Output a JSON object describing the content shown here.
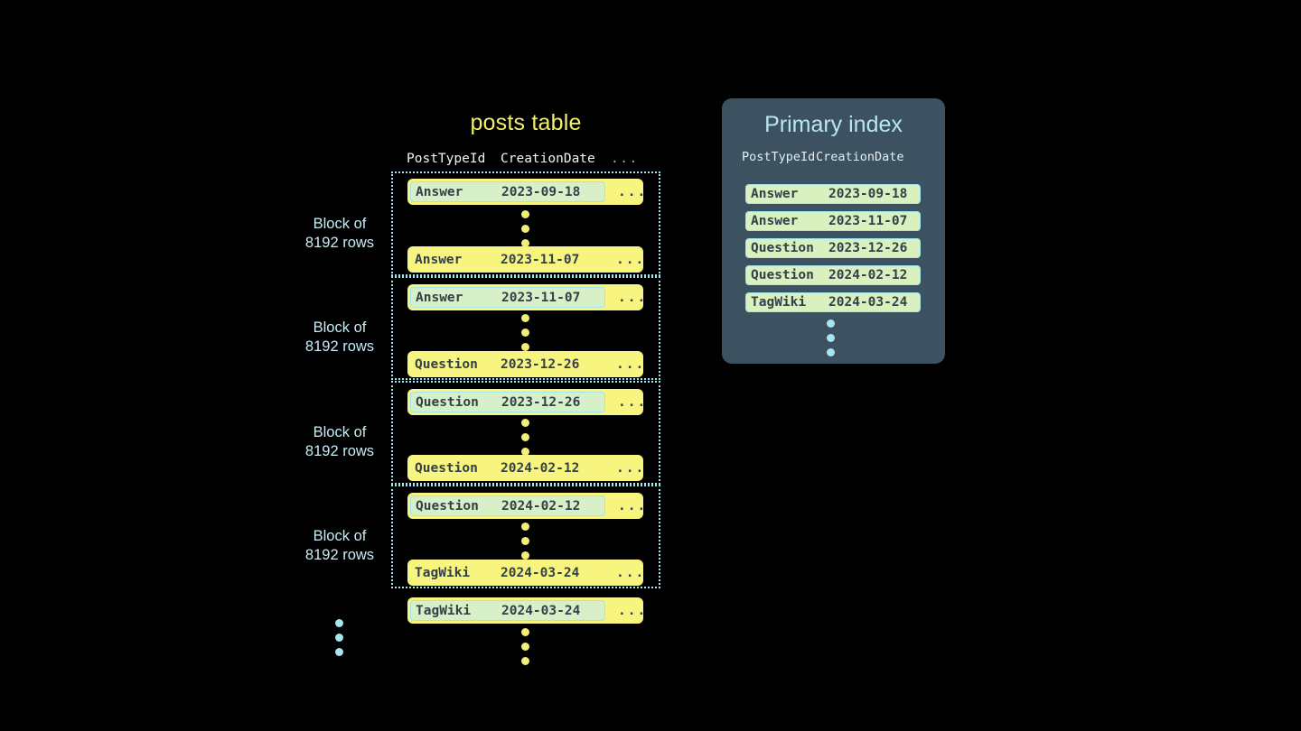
{
  "posts_table": {
    "title": "posts table",
    "columns": {
      "post_type_id": "PostTypeId",
      "creation_date": "CreationDate",
      "more": "..."
    },
    "block_label": "Block of\n8192 rows",
    "block_label_line1": "Block of",
    "block_label_line2": "8192 rows",
    "blocks": [
      {
        "label_line1": "Block of",
        "label_line2": "8192 rows",
        "first_row": {
          "post_type_id": "Answer",
          "creation_date": "2023-09-18",
          "more": "...",
          "highlighted": true
        },
        "last_row": {
          "post_type_id": "Answer",
          "creation_date": "2023-11-07",
          "more": "...",
          "highlighted": false
        }
      },
      {
        "label_line1": "Block of",
        "label_line2": "8192 rows",
        "first_row": {
          "post_type_id": "Answer",
          "creation_date": "2023-11-07",
          "more": "...",
          "highlighted": true
        },
        "last_row": {
          "post_type_id": "Question",
          "creation_date": "2023-12-26",
          "more": "...",
          "highlighted": false
        }
      },
      {
        "label_line1": "Block of",
        "label_line2": "8192 rows",
        "first_row": {
          "post_type_id": "Question",
          "creation_date": "2023-12-26",
          "more": "...",
          "highlighted": true
        },
        "last_row": {
          "post_type_id": "Question",
          "creation_date": "2024-02-12",
          "more": "...",
          "highlighted": false
        }
      },
      {
        "label_line1": "Block of",
        "label_line2": "8192 rows",
        "first_row": {
          "post_type_id": "Question",
          "creation_date": "2024-02-12",
          "more": "...",
          "highlighted": true
        },
        "last_row": {
          "post_type_id": "TagWiki",
          "creation_date": "2024-03-24",
          "more": "...",
          "highlighted": false
        }
      }
    ],
    "trailing_row": {
      "post_type_id": "TagWiki",
      "creation_date": "2024-03-24",
      "more": "...",
      "highlighted": true
    }
  },
  "primary_index": {
    "title": "Primary index",
    "columns": {
      "post_type_id": "PostTypeId",
      "creation_date": "CreationDate"
    },
    "rows": [
      {
        "post_type_id": "Answer",
        "creation_date": "2023-09-18"
      },
      {
        "post_type_id": "Answer",
        "creation_date": "2023-11-07"
      },
      {
        "post_type_id": "Question",
        "creation_date": "2023-12-26"
      },
      {
        "post_type_id": "Question",
        "creation_date": "2024-02-12"
      },
      {
        "post_type_id": "TagWiki",
        "creation_date": "2024-03-24"
      }
    ]
  },
  "colors": {
    "background": "#000000",
    "row_yellow": "#f7f57f",
    "highlight_mint": "#d8f0c8",
    "accent_cyan": "#9fe6f0",
    "panel_slate": "#3c5260",
    "title_yellow": "#f2f06a",
    "title_cyan": "#b8e6f5",
    "text_dark": "#33404a"
  }
}
